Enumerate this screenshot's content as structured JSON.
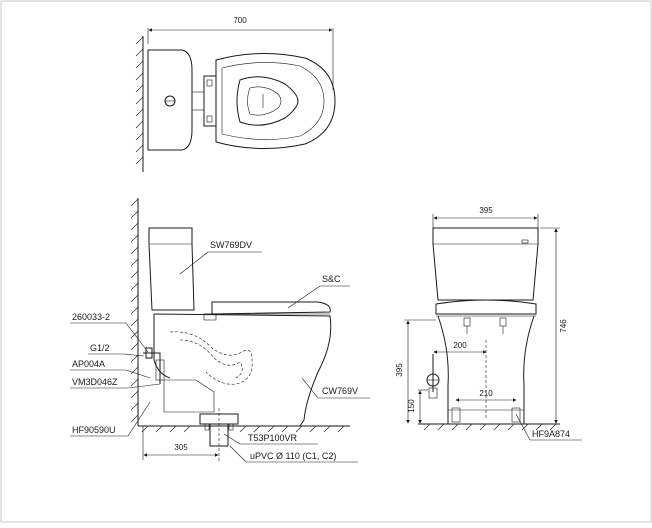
{
  "drawing": {
    "top_view": {
      "width_dim": "700"
    },
    "side_view": {
      "labels": {
        "tank": "SW769DV",
        "seat": "S&C",
        "bowl": "CW769V",
        "part_260033": "260033-2",
        "g12": "G1/2",
        "ap004a": "AP004A",
        "vm3d": "VM3D046Z",
        "hf90590u": "HF90590U",
        "t53p": "T53P100VR",
        "upvc": "uPVC Ø 110 (C1, C2)"
      },
      "dims": {
        "rough_in": "305"
      }
    },
    "front_view": {
      "dims": {
        "width": "395",
        "height": "746",
        "inlet_height": "395",
        "inlet_offset": "200",
        "bolt_height": "150",
        "bolt_spacing": "210"
      },
      "labels": {
        "hf9a874": "HF9A874"
      }
    }
  }
}
